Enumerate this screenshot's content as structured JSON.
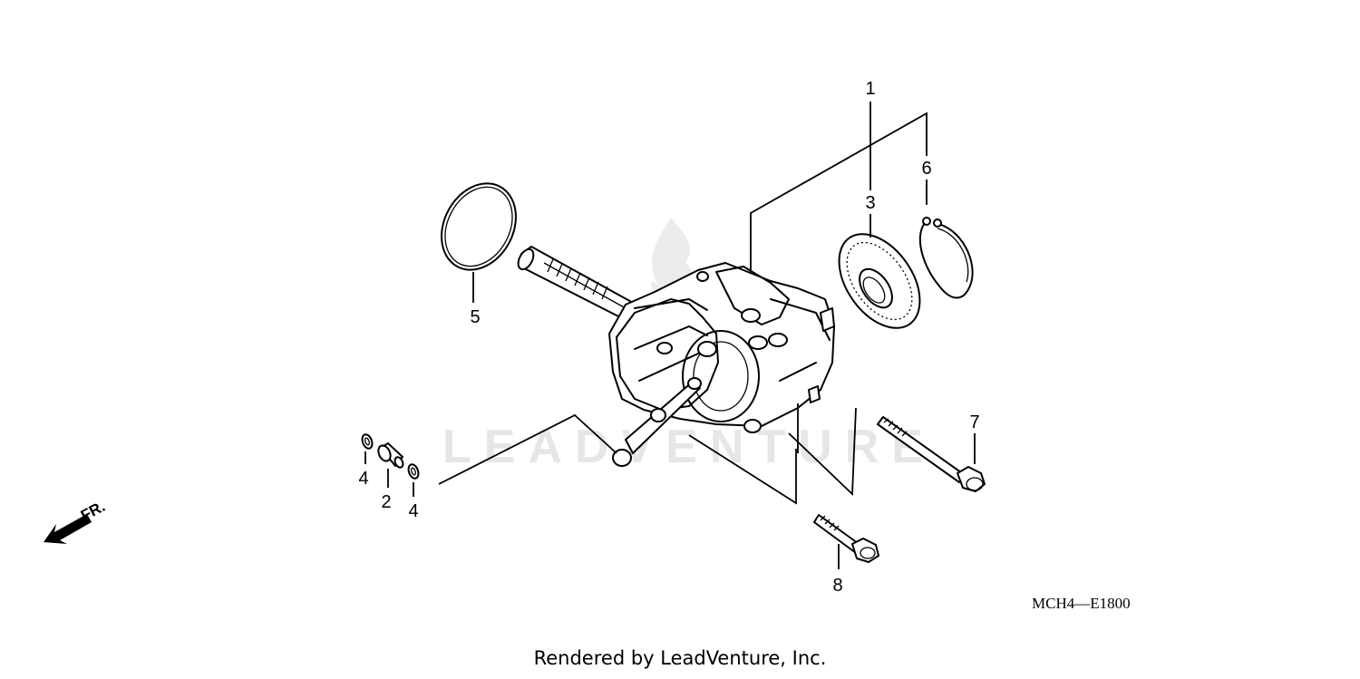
{
  "watermark": "LEADVENTURE",
  "callouts": {
    "p1": "1",
    "p2": "2",
    "p3": "3",
    "p4a": "4",
    "p4b": "4",
    "p5": "5",
    "p6": "6",
    "p7": "7",
    "p8": "8"
  },
  "front_arrow_label": "FR.",
  "diagram_code": "MCH4—E1800",
  "footer": "Rendered by LeadVenture, Inc.",
  "icons": {
    "front_direction": "front-arrow-icon",
    "watermark_flame": "flame-icon"
  }
}
